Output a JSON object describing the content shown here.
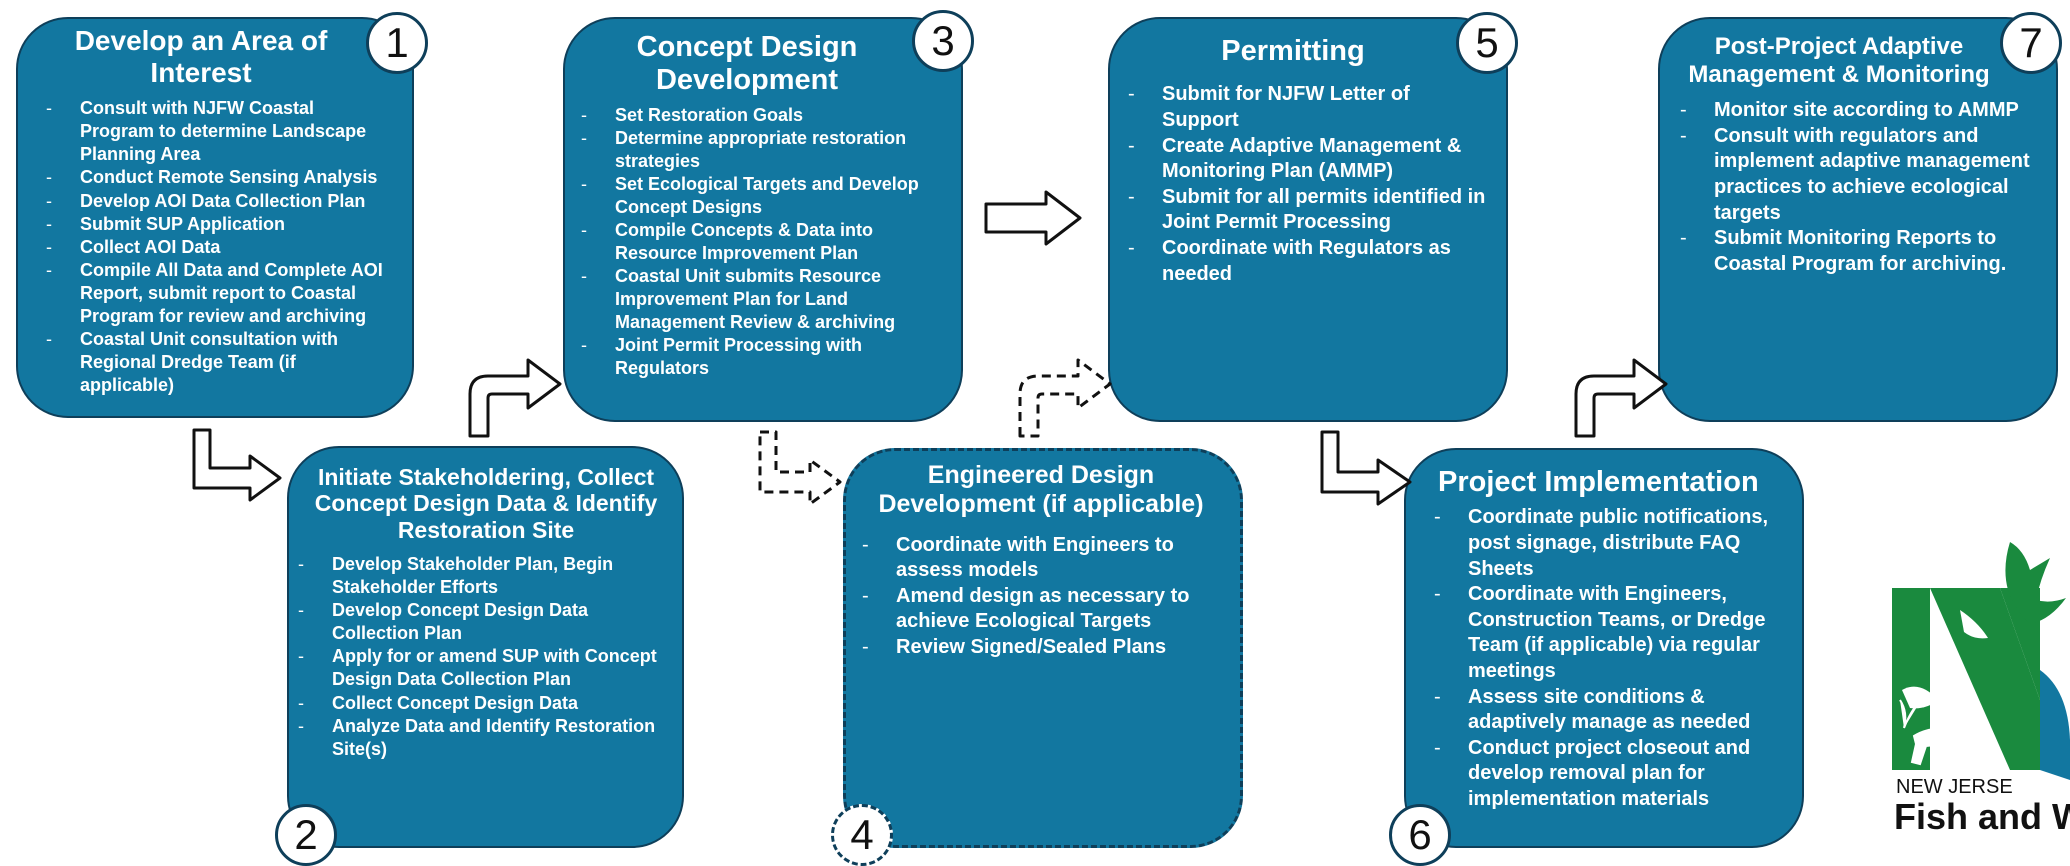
{
  "steps": [
    {
      "number": "1",
      "title": "Develop an Area of Interest",
      "items": [
        "Consult with NJFW Coastal Program to determine Landscape Planning Area",
        "Conduct Remote Sensing Analysis",
        "Develop AOI Data Collection Plan",
        "Submit SUP Application",
        "Collect AOI Data",
        "Compile All Data and Complete AOI Report, submit report to Coastal Program for review and archiving",
        "Coastal Unit consultation with Regional Dredge Team (if applicable)"
      ]
    },
    {
      "number": "2",
      "title": "Initiate Stakeholdering, Collect Concept Design Data & Identify Restoration Site",
      "items": [
        "Develop Stakeholder Plan, Begin Stakeholder Efforts",
        "Develop Concept Design Data Collection Plan",
        "Apply for or amend SUP with Concept Design Data Collection Plan",
        "Collect Concept Design Data",
        "Analyze Data and Identify Restoration Site(s)"
      ]
    },
    {
      "number": "3",
      "title": "Concept Design Development",
      "items": [
        "Set Restoration Goals",
        "Determine appropriate restoration strategies",
        "Set Ecological Targets and Develop Concept Designs",
        "Compile Concepts & Data into Resource Improvement Plan",
        "Coastal Unit submits Resource Improvement Plan for Land Management Review & archiving",
        "Joint Permit Processing with Regulators"
      ]
    },
    {
      "number": "4",
      "title": "Engineered Design Development (if applicable)",
      "items": [
        "Coordinate with Engineers to assess models",
        "Amend design as necessary to achieve Ecological Targets",
        "Review Signed/Sealed Plans"
      ]
    },
    {
      "number": "5",
      "title": "Permitting",
      "items": [
        "Submit for NJFW Letter of Support",
        "Create Adaptive Management & Monitoring Plan (AMMP)",
        "Submit for all permits identified in Joint Permit Processing",
        "Coordinate with Regulators as needed"
      ]
    },
    {
      "number": "6",
      "title": "Project Implementation",
      "items": [
        "Coordinate public notifications, post signage, distribute FAQ Sheets",
        "Coordinate with Engineers, Construction Teams, or Dredge Team (if applicable) via regular meetings",
        "Assess site conditions & adaptively manage as needed",
        "Conduct project closeout and develop removal plan for implementation materials"
      ]
    },
    {
      "number": "7",
      "title": "Post-Project Adaptive Management & Monitoring",
      "items": [
        "Monitor site according to AMMP",
        "Consult with regulators and implement adaptive management practices to achieve ecological targets",
        "Submit Monitoring Reports to Coastal Program for archiving."
      ]
    }
  ],
  "logo": {
    "line1": "NEW JERSE",
    "line2": "Fish and W",
    "colors": {
      "green": "#1a8a3e",
      "blue": "#1277a0"
    }
  },
  "colors": {
    "box_fill": "#1277a0",
    "box_border": "#0e3f5a"
  }
}
